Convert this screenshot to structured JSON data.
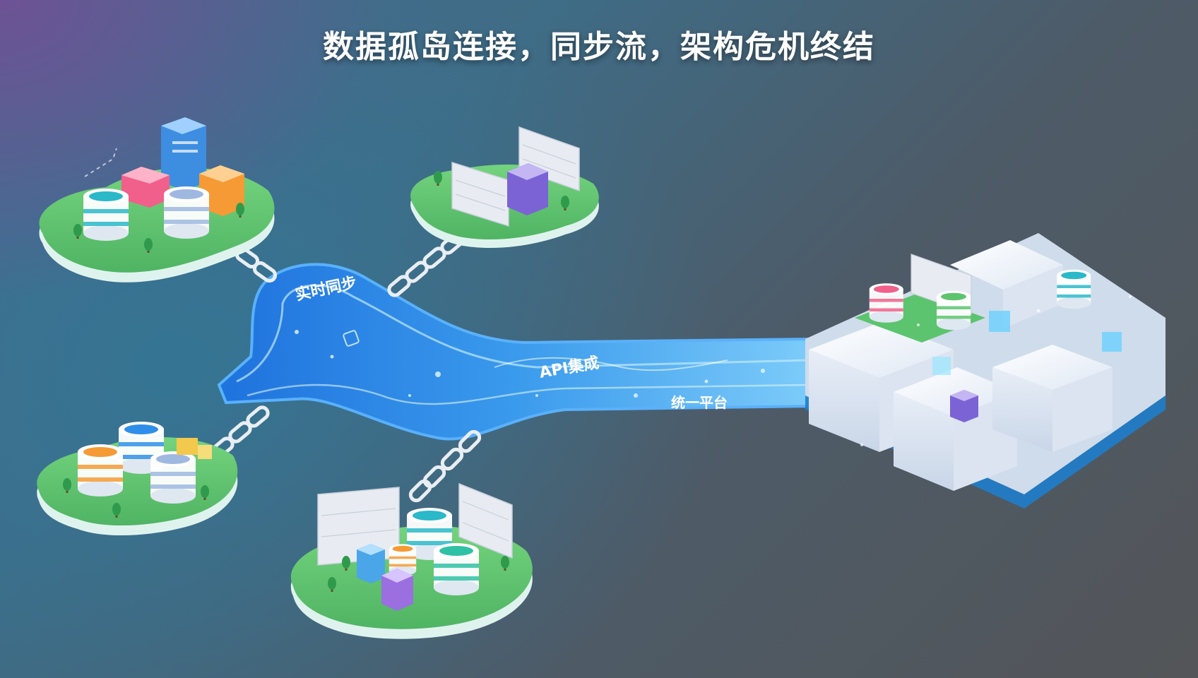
{
  "title": "数据孤岛连接，同步流，架构危机终结",
  "flow_labels": {
    "realtime_sync": "实时同步",
    "api_integration": "API集成",
    "unified_platform": "统一平台"
  },
  "colors": {
    "island_grass": "#5cc46e",
    "island_base": "#e9f5f1",
    "river": "#2f8fe8",
    "river_light": "#8fd4ff",
    "platform_block": "#eef3fb",
    "platform_edge": "#1e7ecb"
  },
  "icons": [
    "database-icon",
    "server-icon",
    "firewall-wall-icon",
    "chain-link-icon",
    "tree-icon",
    "data-cube-icon"
  ]
}
